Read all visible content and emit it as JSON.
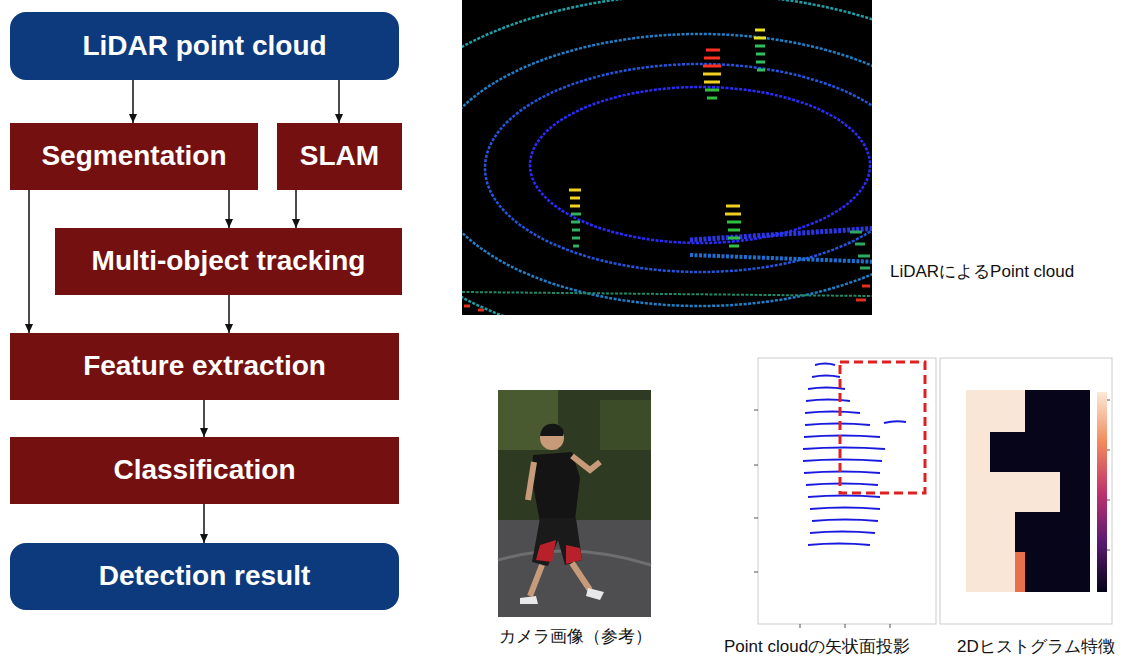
{
  "diagram": {
    "nodes": [
      {
        "text": [
          "LiDAR point cloud"
        ]
      },
      {
        "text": [
          "Segmentation"
        ]
      },
      {
        "text": [
          "SLAM"
        ]
      },
      {
        "text": [
          "Multi-object tracking"
        ]
      },
      {
        "text": [
          "Feature extraction"
        ]
      },
      {
        "text": [
          "Classification"
        ]
      },
      {
        "text": [
          "Detection result"
        ]
      }
    ],
    "edges": [
      {
        "from": 0,
        "to": 1,
        "arrow": "to"
      },
      {
        "from": 0,
        "to": 2,
        "arrow": "to"
      },
      {
        "from": 1,
        "to": 3,
        "arrow": "to"
      },
      {
        "from": 2,
        "to": 3,
        "arrow": "to"
      },
      {
        "from": 1,
        "to": 4,
        "arrow": "to"
      },
      {
        "from": 3,
        "to": 4,
        "arrow": "to"
      },
      {
        "from": 4,
        "to": 5,
        "arrow": "to"
      },
      {
        "from": 5,
        "to": 6,
        "arrow": "to"
      }
    ],
    "labels": [
      "LiDARによるPoint cloud",
      "カメラ画像（参考）",
      "Point cloudの矢状面投影",
      "2Dヒストグラム特徴"
    ]
  }
}
